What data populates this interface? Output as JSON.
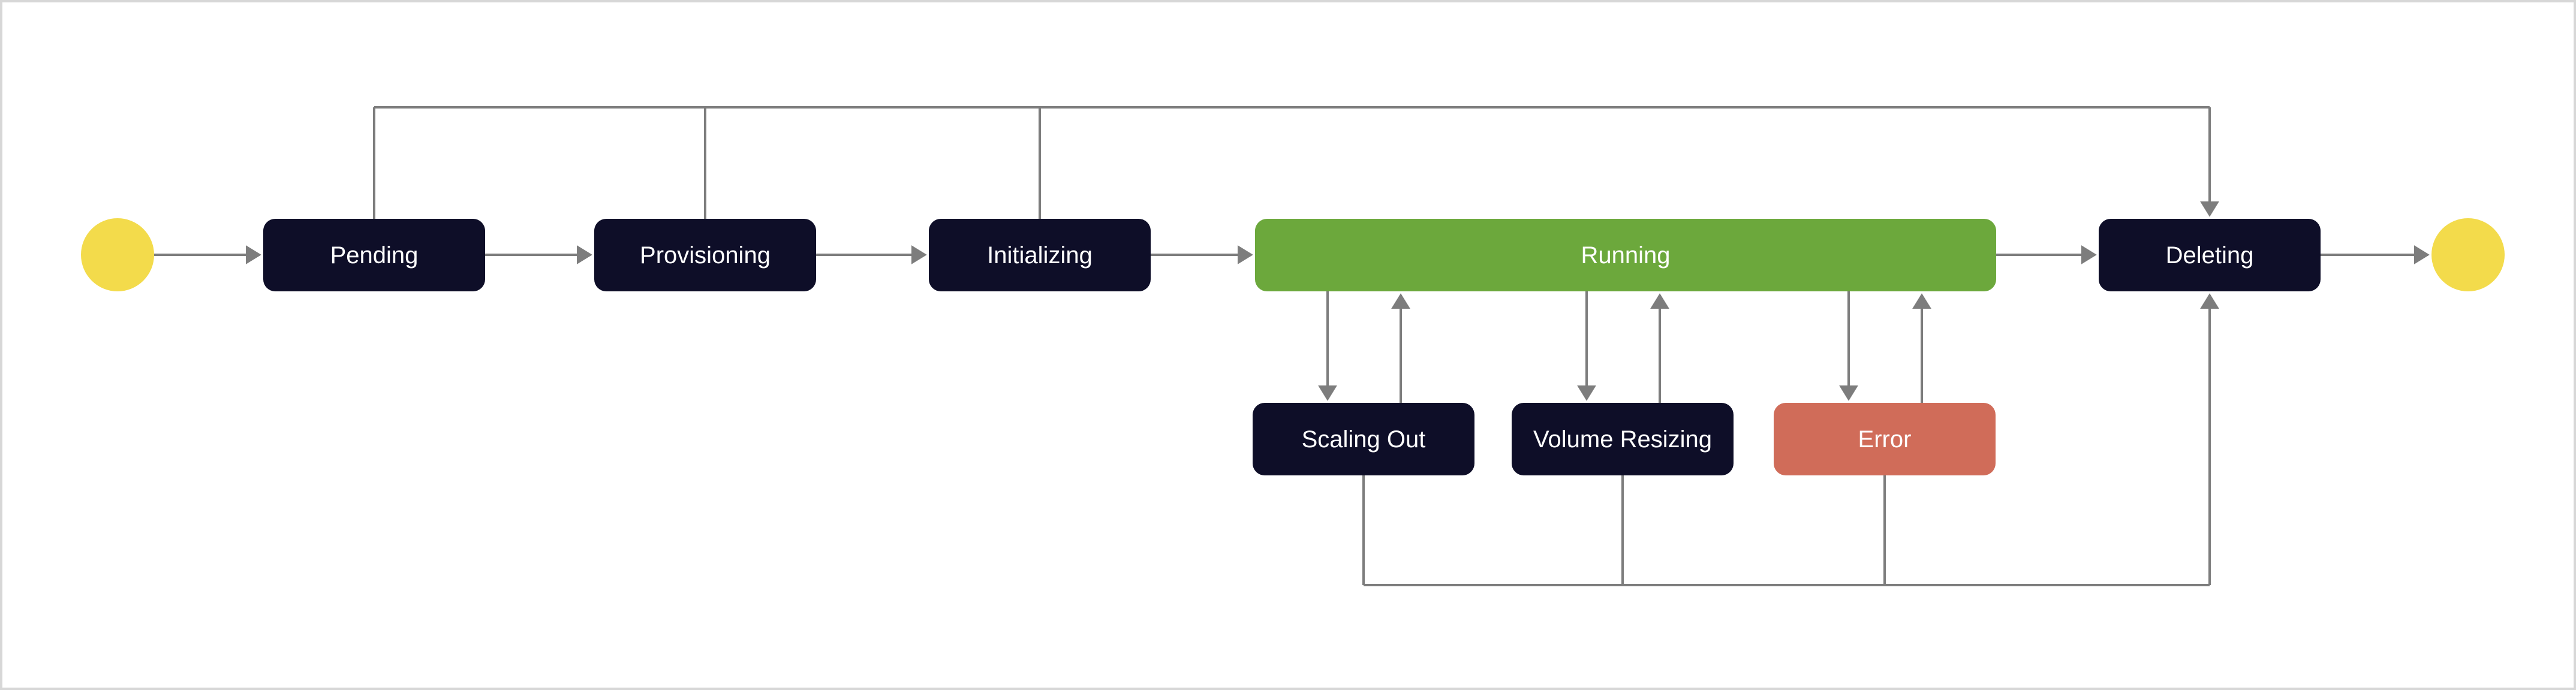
{
  "diagram": {
    "type": "state-machine-flowchart",
    "start_node": {
      "id": "start",
      "shape": "circle"
    },
    "end_node": {
      "id": "end",
      "shape": "circle"
    },
    "states": [
      {
        "id": "pending",
        "label": "Pending",
        "variant": "default"
      },
      {
        "id": "provisioning",
        "label": "Provisioning",
        "variant": "default"
      },
      {
        "id": "initializing",
        "label": "Initializing",
        "variant": "default"
      },
      {
        "id": "running",
        "label": "Running",
        "variant": "active"
      },
      {
        "id": "deleting",
        "label": "Deleting",
        "variant": "default"
      },
      {
        "id": "scaling-out",
        "label": "Scaling Out",
        "variant": "default"
      },
      {
        "id": "volume-resizing",
        "label": "Volume Resizing",
        "variant": "default"
      },
      {
        "id": "error",
        "label": "Error",
        "variant": "error"
      }
    ],
    "transitions": [
      {
        "from": "start",
        "to": "pending"
      },
      {
        "from": "pending",
        "to": "provisioning"
      },
      {
        "from": "provisioning",
        "to": "initializing"
      },
      {
        "from": "initializing",
        "to": "running"
      },
      {
        "from": "running",
        "to": "deleting"
      },
      {
        "from": "deleting",
        "to": "end"
      },
      {
        "from": "pending",
        "to": "deleting",
        "route": "top-bypass"
      },
      {
        "from": "provisioning",
        "to": "deleting",
        "route": "top-bypass"
      },
      {
        "from": "initializing",
        "to": "deleting",
        "route": "top-bypass"
      },
      {
        "from": "running",
        "to": "scaling-out"
      },
      {
        "from": "scaling-out",
        "to": "running"
      },
      {
        "from": "running",
        "to": "volume-resizing"
      },
      {
        "from": "volume-resizing",
        "to": "running"
      },
      {
        "from": "running",
        "to": "error"
      },
      {
        "from": "error",
        "to": "running"
      },
      {
        "from": "scaling-out",
        "to": "deleting",
        "route": "bottom-bypass"
      },
      {
        "from": "volume-resizing",
        "to": "deleting",
        "route": "bottom-bypass"
      },
      {
        "from": "error",
        "to": "deleting",
        "route": "bottom-bypass"
      }
    ],
    "colors": {
      "state_fill": "#0e0e28",
      "running_fill": "#6ca83c",
      "error_fill": "#d06c59",
      "terminal_fill": "#f3db4b",
      "connector": "#7d7d7d",
      "label_text": "#ffffff",
      "canvas_border": "#d7d7d7"
    }
  }
}
